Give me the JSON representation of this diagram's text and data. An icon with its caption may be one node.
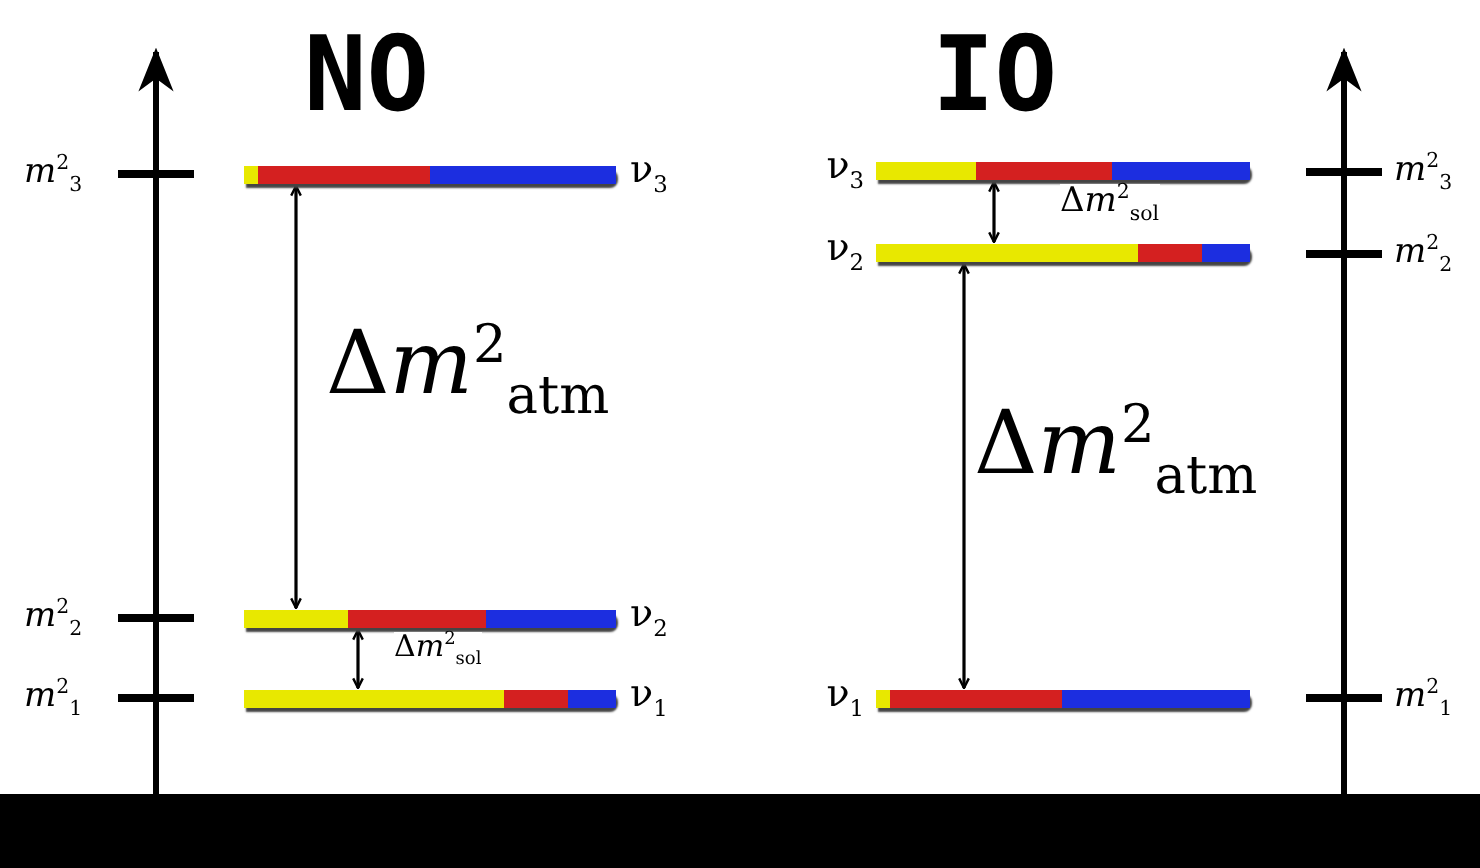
{
  "diagram": {
    "nodes": [
      {
        "text": [],
        "shape": "bar",
        "beside": [
          "ν$_{3}$"
        ]
      },
      {
        "text": [],
        "shape": "bar",
        "beside": [
          "ν$_{2}$"
        ]
      },
      {
        "text": [],
        "shape": "bar",
        "beside": [
          "ν$_{1}$"
        ]
      },
      {
        "text": [],
        "shape": "bar",
        "beside": [
          "ν$_{3}$"
        ]
      },
      {
        "text": [],
        "shape": "bar",
        "beside": [
          "ν$_{2}$"
        ]
      },
      {
        "text": [],
        "shape": "bar",
        "beside": [
          "ν$_{1}$"
        ]
      }
    ],
    "edges": [
      {
        "from": 0,
        "to": 1,
        "arrow": "both",
        "label": "Δ𝑚$^{2}$$_{atm}$"
      },
      {
        "from": 1,
        "to": 2,
        "arrow": "both",
        "label": "Δ𝑚$^{2}$$_{sol}$"
      },
      {
        "from": 3,
        "to": 4,
        "arrow": "both",
        "label": "Δ𝑚$^{2}$$_{sol}$"
      },
      {
        "from": 4,
        "to": 5,
        "arrow": "both",
        "label": "Δ𝑚$^{2}$$_{atm}$"
      }
    ],
    "labels": [
      "NO",
      "IO",
      "*m*$^{2}$$_{3}$",
      "*m*$^{2}$$_{2}$",
      "*m*$^{2}$$_{1}$",
      "*m*$^{2}$$_{3}$",
      "*m*$^{2}$$_{2}$",
      "*m*$^{2}$$_{1}$"
    ]
  }
}
